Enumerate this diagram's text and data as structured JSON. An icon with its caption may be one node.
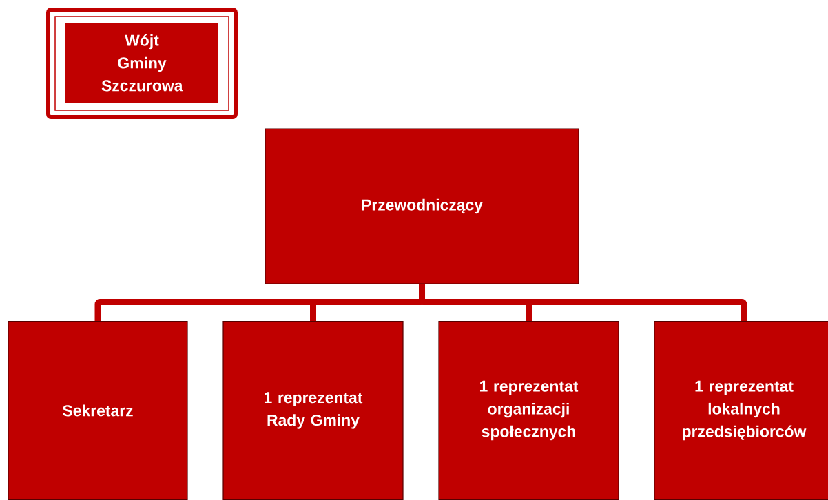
{
  "diagram": {
    "nodes": [
      {
        "text": [
          "Wójt Gminy Szczurowa"
        ]
      },
      {
        "text": [
          "Przewodniczący"
        ]
      },
      {
        "text": [
          "Sekretarz"
        ]
      },
      {
        "text": [
          "1 reprezentat Rady Gminy"
        ]
      },
      {
        "text": [
          "1 reprezentat organizacji społecznych"
        ]
      },
      {
        "text": [
          "1 reprezentat lokalnych przedsiębiorców"
        ]
      }
    ],
    "edges": [
      {
        "from": 1,
        "to": 2,
        "arrow": "none"
      },
      {
        "from": 1,
        "to": 3,
        "arrow": "none"
      },
      {
        "from": 1,
        "to": 4,
        "arrow": "none"
      },
      {
        "from": 1,
        "to": 5,
        "arrow": "none"
      }
    ]
  }
}
